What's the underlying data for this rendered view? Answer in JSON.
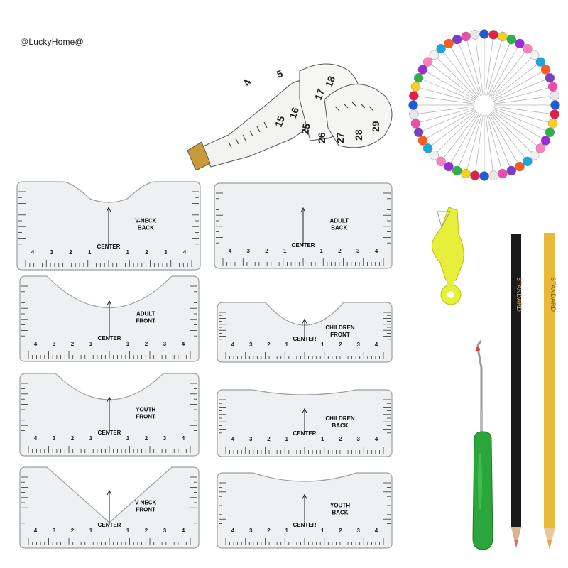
{
  "watermark": "@LuckyHome@",
  "rulers": [
    {
      "id": "vneck-back",
      "line1": "V-NECK",
      "line2": "BACK",
      "center": "CENTER",
      "shape": "vback"
    },
    {
      "id": "adult-back",
      "line1": "ADULT",
      "line2": "BACK",
      "center": "CENTER",
      "shape": "aback"
    },
    {
      "id": "adult-front",
      "line1": "ADULT",
      "line2": "FRONT",
      "center": "CENTER",
      "shape": "afront"
    },
    {
      "id": "children-front",
      "line1": "CHILDREN",
      "line2": "FRONT",
      "center": "CENTER",
      "shape": "cfront"
    },
    {
      "id": "youth-front",
      "line1": "YOUTH",
      "line2": "FRONT",
      "center": "CENTER",
      "shape": "yfront"
    },
    {
      "id": "children-back",
      "line1": "CHILDREN",
      "line2": "BACK",
      "center": "CENTER",
      "shape": "cback"
    },
    {
      "id": "vneck-front",
      "line1": "V-NECK",
      "line2": "FRONT",
      "center": "CENTER",
      "shape": "vfront"
    },
    {
      "id": "youth-back",
      "line1": "YOUTH",
      "line2": "BACK",
      "center": "CENTER",
      "shape": "yback"
    }
  ],
  "tape_numbers": [
    "4",
    "5",
    "15",
    "16",
    "17",
    "18",
    "25",
    "26",
    "27",
    "28",
    "29"
  ],
  "pencil_brand": "STANDARD",
  "colors": {
    "ruler_fill": "#eef0f1",
    "ruler_edge": "#9aa0a5",
    "tape": "#f4f4f2",
    "threader": "#e8ef3a",
    "seam_handle": "#2aa63a",
    "pencil_black": "#1a1a1a",
    "pencil_yellow": "#e9b93a"
  },
  "icons": [
    "measuring-tape-icon",
    "pin-cushion-icon",
    "needle-threader-icon",
    "seam-ripper-icon",
    "chalk-pencil-icon"
  ]
}
